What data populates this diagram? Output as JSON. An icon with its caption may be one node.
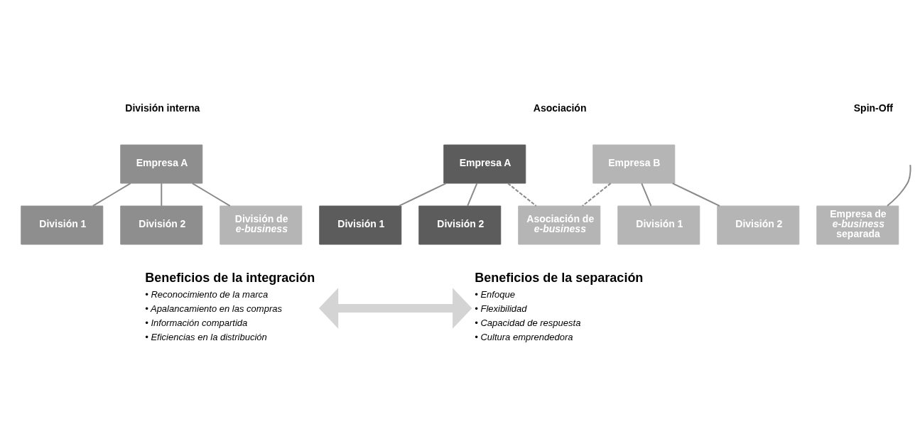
{
  "diagram": {
    "nodes": [
      {
        "text": [
          "Empresa A"
        ]
      },
      {
        "text": [
          "División 1"
        ]
      },
      {
        "text": [
          "División 2"
        ]
      },
      {
        "text": [
          "División de *e-business*"
        ]
      },
      {
        "text": [
          "Empresa A"
        ]
      },
      {
        "text": [
          "Empresa B"
        ]
      },
      {
        "text": [
          "División 1"
        ]
      },
      {
        "text": [
          "División 2"
        ]
      },
      {
        "text": [
          "División 1"
        ]
      },
      {
        "text": [
          "División 2"
        ]
      },
      {
        "text": [
          "Asociación de *e-business*"
        ]
      },
      {
        "text": [
          "Empresa de *e-business* separada"
        ]
      },
      {
        "text": [
          "Beneficios de la integración",
          "• Reconocimiento de la marca",
          "• Apalancamiento en las compras",
          "• Información compartida",
          "• Eficiencias en la distribución"
        ]
      },
      {
        "text": [
          "Beneficios de la separación",
          "• Enfoque",
          "• Flexibilidad",
          "• Capacidad de respuesta",
          "• Cultura emprendedora"
        ]
      }
    ],
    "edges": [
      {
        "from": 0,
        "to": 1,
        "arrow": "none"
      },
      {
        "from": 0,
        "to": 2,
        "arrow": "none"
      },
      {
        "from": 0,
        "to": 3,
        "arrow": "none"
      },
      {
        "from": 4,
        "to": 6,
        "arrow": "none"
      },
      {
        "from": 4,
        "to": 7,
        "arrow": "none"
      },
      {
        "from": 5,
        "to": 8,
        "arrow": "none"
      },
      {
        "from": 5,
        "to": 9,
        "arrow": "none"
      },
      {
        "from": 4,
        "to": 10,
        "arrow": "none",
        "style": "dashed"
      },
      {
        "from": 5,
        "to": 10,
        "arrow": "none",
        "style": "dashed"
      },
      {
        "from": null,
        "to": 11,
        "arrow": "none"
      },
      {
        "from": 12,
        "to": 13,
        "arrow": "both",
        "style": "thick",
        "color": "#d4d4d4"
      }
    ],
    "labels": [
      "División interna",
      "Asociación",
      "Spin-Off"
    ]
  }
}
